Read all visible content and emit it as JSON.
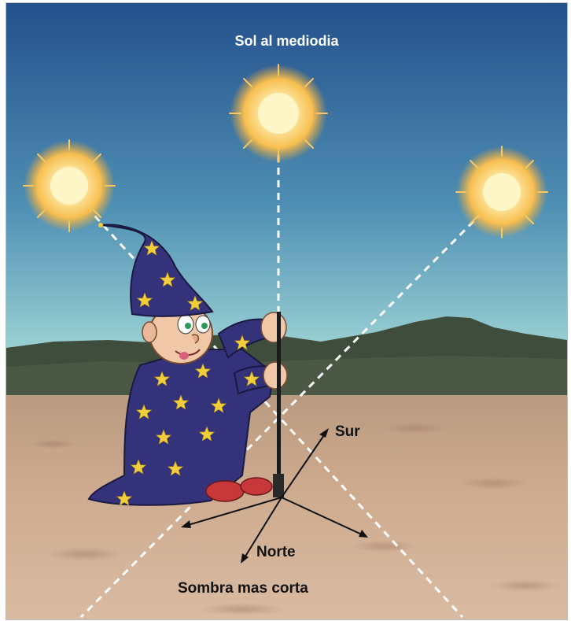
{
  "title": "Sol al mediodia",
  "labels": {
    "south": "Sur",
    "north": "Norte",
    "shortest_shadow": "Sombra mas corta"
  },
  "colors": {
    "sky_top": "#24508c",
    "sky_horizon": "#9fd8d8",
    "ground": "#c8a58a",
    "mountains": "#3a4a3a",
    "robe": "#33327a",
    "star": "#f2cf3a",
    "sun_core": "#fff3b0",
    "sun_glow": "#f6a828",
    "guide_line": "#ffffff",
    "arrow": "#111111"
  },
  "icons": {
    "sun": "sun-icon",
    "wizard": "wizard-icon",
    "stick": "gnomon-stick"
  }
}
